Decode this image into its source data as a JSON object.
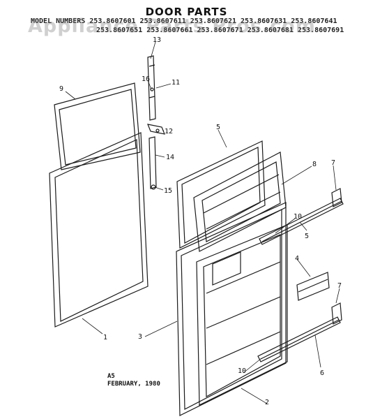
{
  "header": {
    "title": "DOOR PARTS",
    "model_line_1": "MODEL NUMBERS 253.8607601   253.8607611   253.8607621   253.8607631   253.8607641",
    "model_line_2": "253.8607651   253.8607661   253.8607671   253.8607681   253.8607691"
  },
  "watermark": "Appliance Parts Pros.com",
  "footer": {
    "code": "A5",
    "date": "FEBRUARY, 1980"
  },
  "callouts": [
    "1",
    "2",
    "3",
    "4",
    "5",
    "5",
    "6",
    "7",
    "7",
    "8",
    "9",
    "10",
    "10",
    "11",
    "12",
    "13",
    "14",
    "15",
    "16"
  ],
  "colors": {
    "line": "#1a1a1a",
    "background": "#ffffff"
  }
}
